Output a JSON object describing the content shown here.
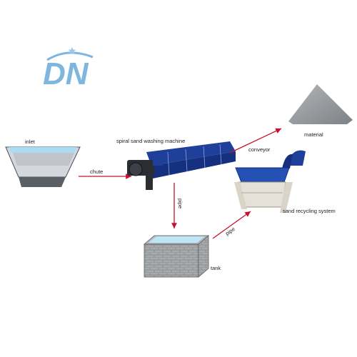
{
  "logo": {
    "text": "DN"
  },
  "labels": {
    "inlet": "inlet",
    "chute": "chute",
    "washer": "spiral sand washing machine",
    "conveyor": "conveyor",
    "material": "material",
    "recycler": "sand recycling system",
    "pipe_down": "pipe",
    "pipe_up": "pipe",
    "tank": "tank"
  },
  "colors": {
    "arrow": "#c8102e",
    "machine_blue": "#1e3f9a",
    "logo_blue": "#7eb6e0",
    "sand_gray": "#8a8f93"
  }
}
